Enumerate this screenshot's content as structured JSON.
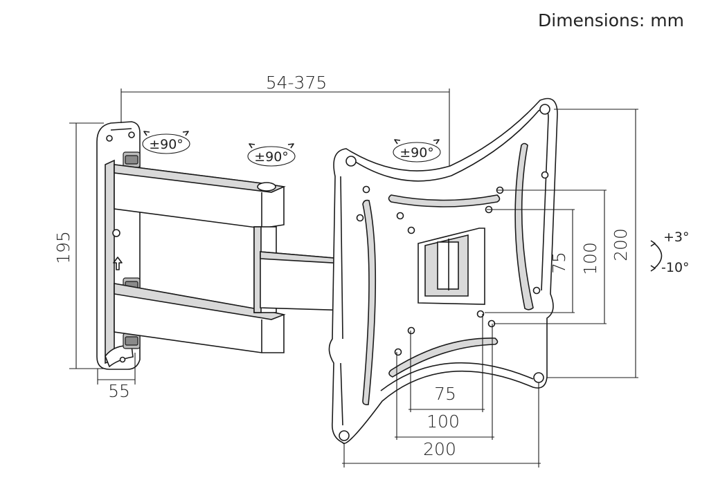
{
  "title": "Dimensions: mm",
  "dimensions": {
    "arm_extension": "54-375",
    "wall_plate_height": "195",
    "wall_plate_depth": "55",
    "vesa_h_75": "75",
    "vesa_h_100": "100",
    "vesa_h_200": "200",
    "vesa_v_75": "75",
    "vesa_v_100": "100",
    "vesa_v_200": "200"
  },
  "rotations": {
    "wall_joint": "±90°",
    "middle_joint": "±90°",
    "plate_joint": "±90°"
  },
  "tilt": {
    "up": "+3°",
    "down": "-10°"
  },
  "colors": {
    "line": "#1a1a1a",
    "metal_shade": "#d9d9d9",
    "background": "#ffffff"
  }
}
